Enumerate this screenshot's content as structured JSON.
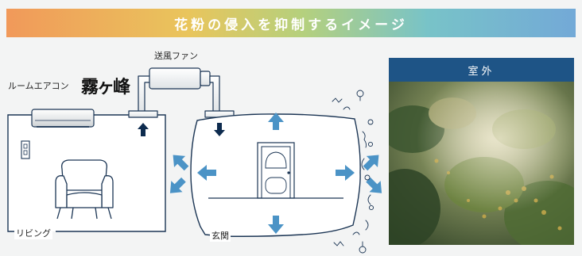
{
  "banner": {
    "title": "花粉の侵入を抑制するイメージ"
  },
  "labels": {
    "fan": "送風ファン",
    "aircon": "ルームエアコン",
    "brand": "霧ヶ峰",
    "living": "リビング",
    "entrance": "玄関"
  },
  "photo": {
    "title": "室外"
  },
  "colors": {
    "arrow_blue": "#4b93c6",
    "arrow_dark": "#0d2b4e",
    "outline": "#1b3554",
    "banner_gradient": [
      "#f1995a",
      "#e9c55c",
      "#b5d07d",
      "#78c3c8",
      "#73a9d7"
    ],
    "photo_title_bg": "#1e5486"
  }
}
